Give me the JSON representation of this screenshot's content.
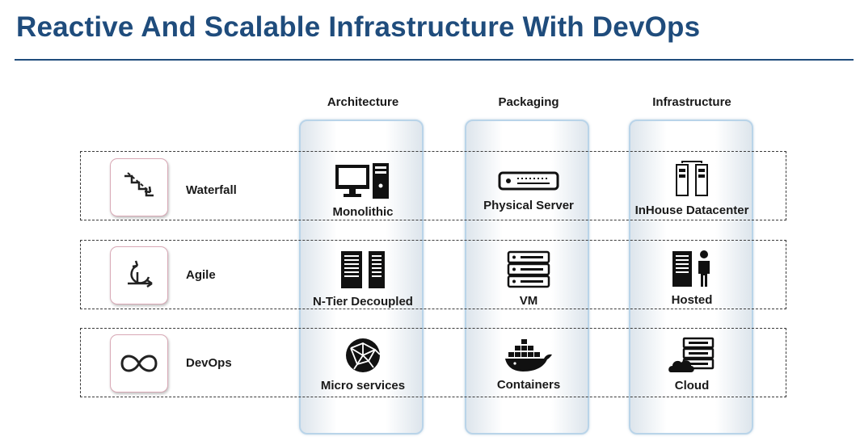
{
  "title": "Reactive And Scalable Infrastructure With DevOps",
  "columns": [
    "Architecture",
    "Packaging",
    "Infrastructure"
  ],
  "rows": [
    {
      "label": "Waterfall",
      "icon": "waterfall-stairs-icon",
      "cells": [
        {
          "label": "Monolithic",
          "icon": "desktop-tower-icon"
        },
        {
          "label": "Physical Server",
          "icon": "rack-server-icon"
        },
        {
          "label": "InHouse Datacenter",
          "icon": "datacenter-icon"
        }
      ]
    },
    {
      "label": "Agile",
      "icon": "iteration-cycle-icon",
      "cells": [
        {
          "label": "N-Tier Decoupled",
          "icon": "server-towers-icon"
        },
        {
          "label": "VM",
          "icon": "server-stack-icon"
        },
        {
          "label": "Hosted",
          "icon": "hosted-server-person-icon"
        }
      ]
    },
    {
      "label": "DevOps",
      "icon": "infinity-icon",
      "cells": [
        {
          "label": "Micro services",
          "icon": "network-globe-icon"
        },
        {
          "label": "Containers",
          "icon": "docker-whale-icon"
        },
        {
          "label": "Cloud",
          "icon": "cloud-servers-icon"
        }
      ]
    }
  ],
  "colors": {
    "title": "#1f4c7c",
    "column_border": "#b9d4e9",
    "icon_box_border": "#d9a9b6"
  }
}
